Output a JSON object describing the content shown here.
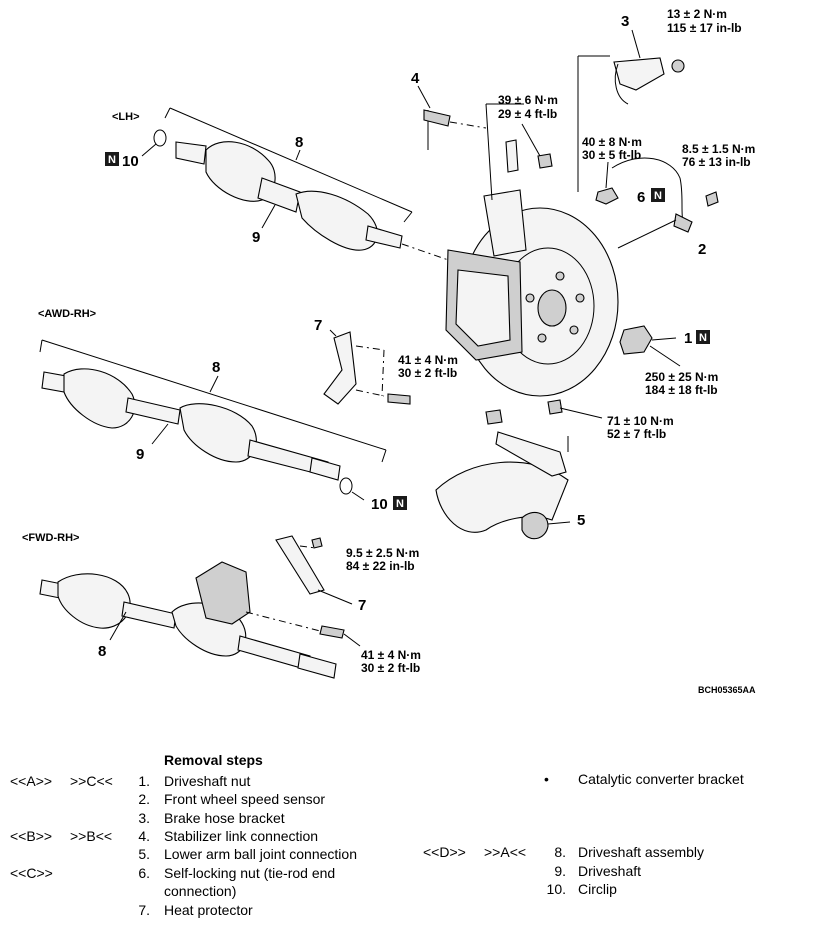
{
  "labels": {
    "lh": "<LH>",
    "awd_rh": "<AWD-RH>",
    "fwd_rh": "<FWD-RH>",
    "code": "BCH05365AA",
    "n_mark": "N"
  },
  "callouts": {
    "c1": "1",
    "c2": "2",
    "c3": "3",
    "c4": "4",
    "c5": "5",
    "c6": "6",
    "c7a": "7",
    "c7b": "7",
    "c8a": "8",
    "c8b": "8",
    "c8c": "8",
    "c9a": "9",
    "c9b": "9",
    "c10a": "10",
    "c10b": "10"
  },
  "torques": {
    "t3_a": "13 ± 2 N·m",
    "t3_b": "115 ± 17 in-lb",
    "t4_a": "39 ± 6 N·m",
    "t4_b": "29 ± 4 ft-lb",
    "t6_a": "40 ± 8 N·m",
    "t6_b": "30 ± 5 ft-lb",
    "t2_a": "8.5 ± 1.5 N·m",
    "t2_b": "76 ± 13 in-lb",
    "t1_a": "250 ± 25 N·m",
    "t1_b": "184 ± 18 ft-lb",
    "t7a_a": "41 ± 4 N·m",
    "t7a_b": "30 ± 2 ft-lb",
    "t5_a": "71 ± 10 N·m",
    "t5_b": "52 ± 7 ft-lb",
    "t7b_a": "9.5 ± 2.5 N·m",
    "t7b_b": "84 ± 22 in-lb",
    "t7c_a": "41 ± 4 N·m",
    "t7c_b": "30 ± 2 ft-lb"
  },
  "steps": {
    "title": "Removal steps",
    "left": [
      {
        "tag1": "<<A>>",
        "tag2": ">>C<<",
        "num": "1.",
        "text": "Driveshaft nut"
      },
      {
        "tag1": "",
        "tag2": "",
        "num": "2.",
        "text": "Front wheel speed sensor"
      },
      {
        "tag1": "",
        "tag2": "",
        "num": "3.",
        "text": "Brake hose bracket"
      },
      {
        "tag1": "<<B>>",
        "tag2": ">>B<<",
        "num": "4.",
        "text": "Stabilizer link connection"
      },
      {
        "tag1": "",
        "tag2": "",
        "num": "5.",
        "text": "Lower arm ball joint connection"
      },
      {
        "tag1": "<<C>>",
        "tag2": "",
        "num": "6.",
        "text": "Self-locking nut (tie-rod end"
      },
      {
        "tag1": "",
        "tag2": "",
        "num": "",
        "text": "connection)"
      },
      {
        "tag1": "",
        "tag2": "",
        "num": "7.",
        "text": "Heat protector"
      }
    ],
    "bullet_item": "Catalytic converter bracket",
    "bullet_symbol": "•",
    "right": [
      {
        "tag1": "<<D>>",
        "tag2": ">>A<<",
        "num": "8.",
        "text": "Driveshaft assembly"
      },
      {
        "tag1": "",
        "tag2": "",
        "num": "9.",
        "text": "Driveshaft"
      },
      {
        "tag1": "",
        "tag2": "",
        "num": "10.",
        "text": "Circlip"
      }
    ]
  }
}
